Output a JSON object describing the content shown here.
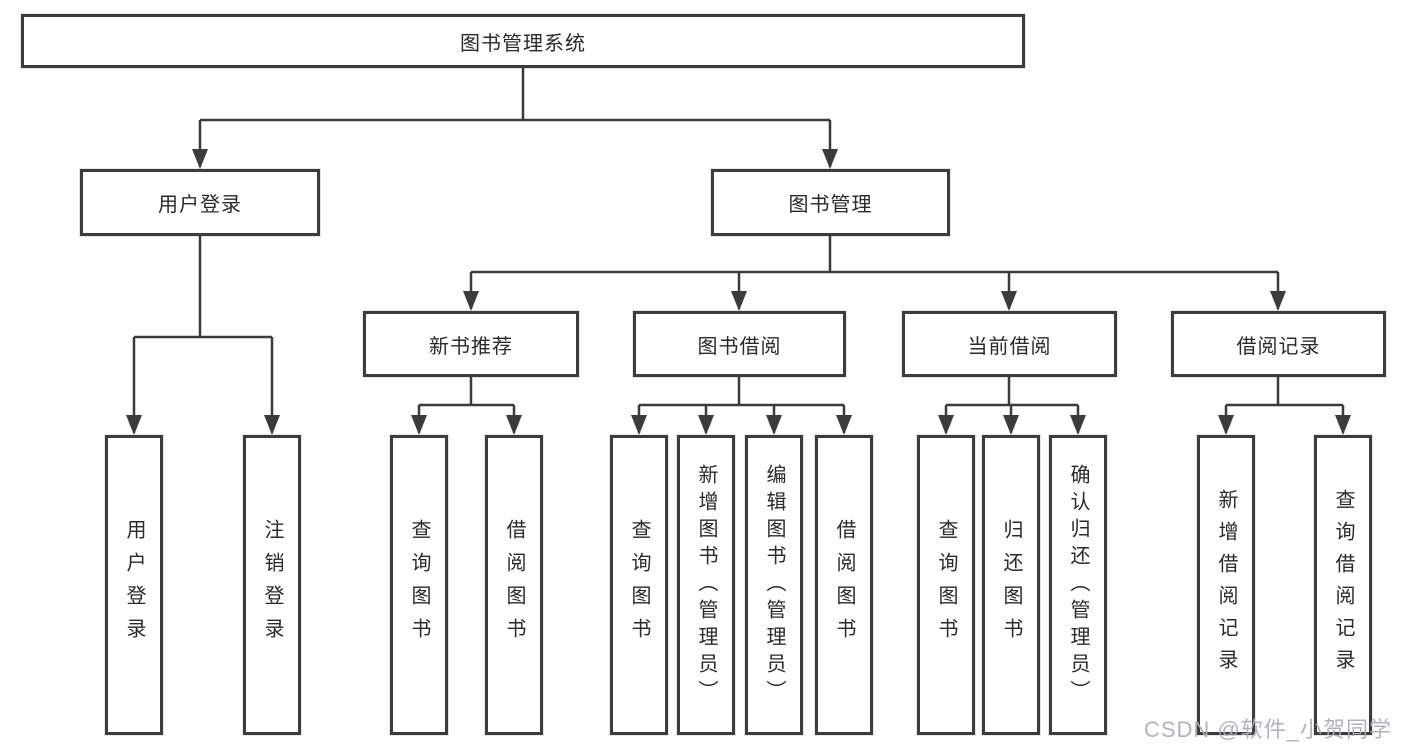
{
  "diagram": {
    "root": {
      "label": "图书管理系统"
    },
    "level2": [
      {
        "label": "用户登录"
      },
      {
        "label": "图书管理"
      }
    ],
    "level3": [
      {
        "label": "新书推荐"
      },
      {
        "label": "图书借阅"
      },
      {
        "label": "当前借阅"
      },
      {
        "label": "借阅记录"
      }
    ],
    "leaves": {
      "user_login": [
        {
          "label": "用户登录"
        },
        {
          "label": "注销登录"
        }
      ],
      "new_book_rec": [
        {
          "label": "查询图书"
        },
        {
          "label": "借阅图书"
        }
      ],
      "book_borrow": [
        {
          "label": "查询图书"
        },
        {
          "label": "新增图书（管理员）"
        },
        {
          "label": "编辑图书（管理员）"
        },
        {
          "label": "借阅图书"
        }
      ],
      "current_borrow": [
        {
          "label": "查询图书"
        },
        {
          "label": "归还图书"
        },
        {
          "label": "确认归还（管理员）"
        }
      ],
      "borrow_record": [
        {
          "label": "新增借阅记录"
        },
        {
          "label": "查询借阅记录"
        }
      ]
    }
  },
  "watermark": {
    "text": "CSDN @软件_小贺同学"
  },
  "colors": {
    "line": "#3b3b3b",
    "border": "#3c3c3c",
    "text": "#2a2a2a",
    "watermark": "#abaeb3",
    "background": "#ffffff"
  }
}
